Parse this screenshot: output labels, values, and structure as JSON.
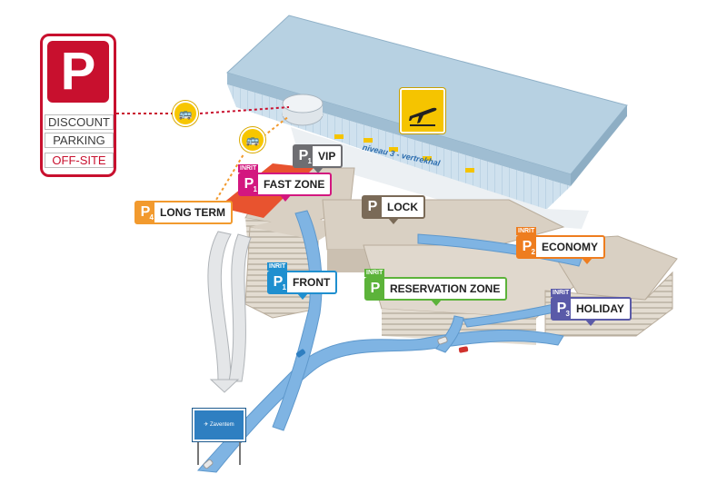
{
  "discount_sign": {
    "letter": "P",
    "line1": "DISCOUNT",
    "line2": "PARKING",
    "line3": "OFF-SITE"
  },
  "terminal_label": "niveau 3 - vertrekhal",
  "road_sign_label": "✈ Zaventem",
  "inrit_label": "INRIT",
  "parkings": {
    "vip": {
      "letter": "P",
      "sub": "1",
      "label": "VIP",
      "color": "#6e6e72"
    },
    "fast_zone": {
      "letter": "P",
      "sub": "1",
      "label": "FAST ZONE",
      "color": "#d3177f"
    },
    "long_term": {
      "letter": "P",
      "sub": "4",
      "label": "LONG TERM",
      "color": "#f29a2e"
    },
    "lock": {
      "letter": "P",
      "label": "LOCK",
      "color": "#7a6a57"
    },
    "economy": {
      "letter": "P",
      "sub": "2",
      "label": "ECONOMY",
      "color": "#ee7d1f"
    },
    "front": {
      "letter": "P",
      "sub": "1",
      "label": "FRONT",
      "color": "#1f8fcf"
    },
    "reservation_zone": {
      "letter": "P",
      "label": "RESERVATION ZONE",
      "color": "#5cb33a"
    },
    "holiday": {
      "letter": "P",
      "sub": "3",
      "label": "HOLIDAY",
      "color": "#5a5aa8"
    }
  },
  "colors": {
    "terminal_roof": "#b7d1e2",
    "garage": "#d9d0c3",
    "road": "#7fb4e3",
    "discount_red": "#c8102e",
    "shuttle_yellow": "#f7c600"
  }
}
